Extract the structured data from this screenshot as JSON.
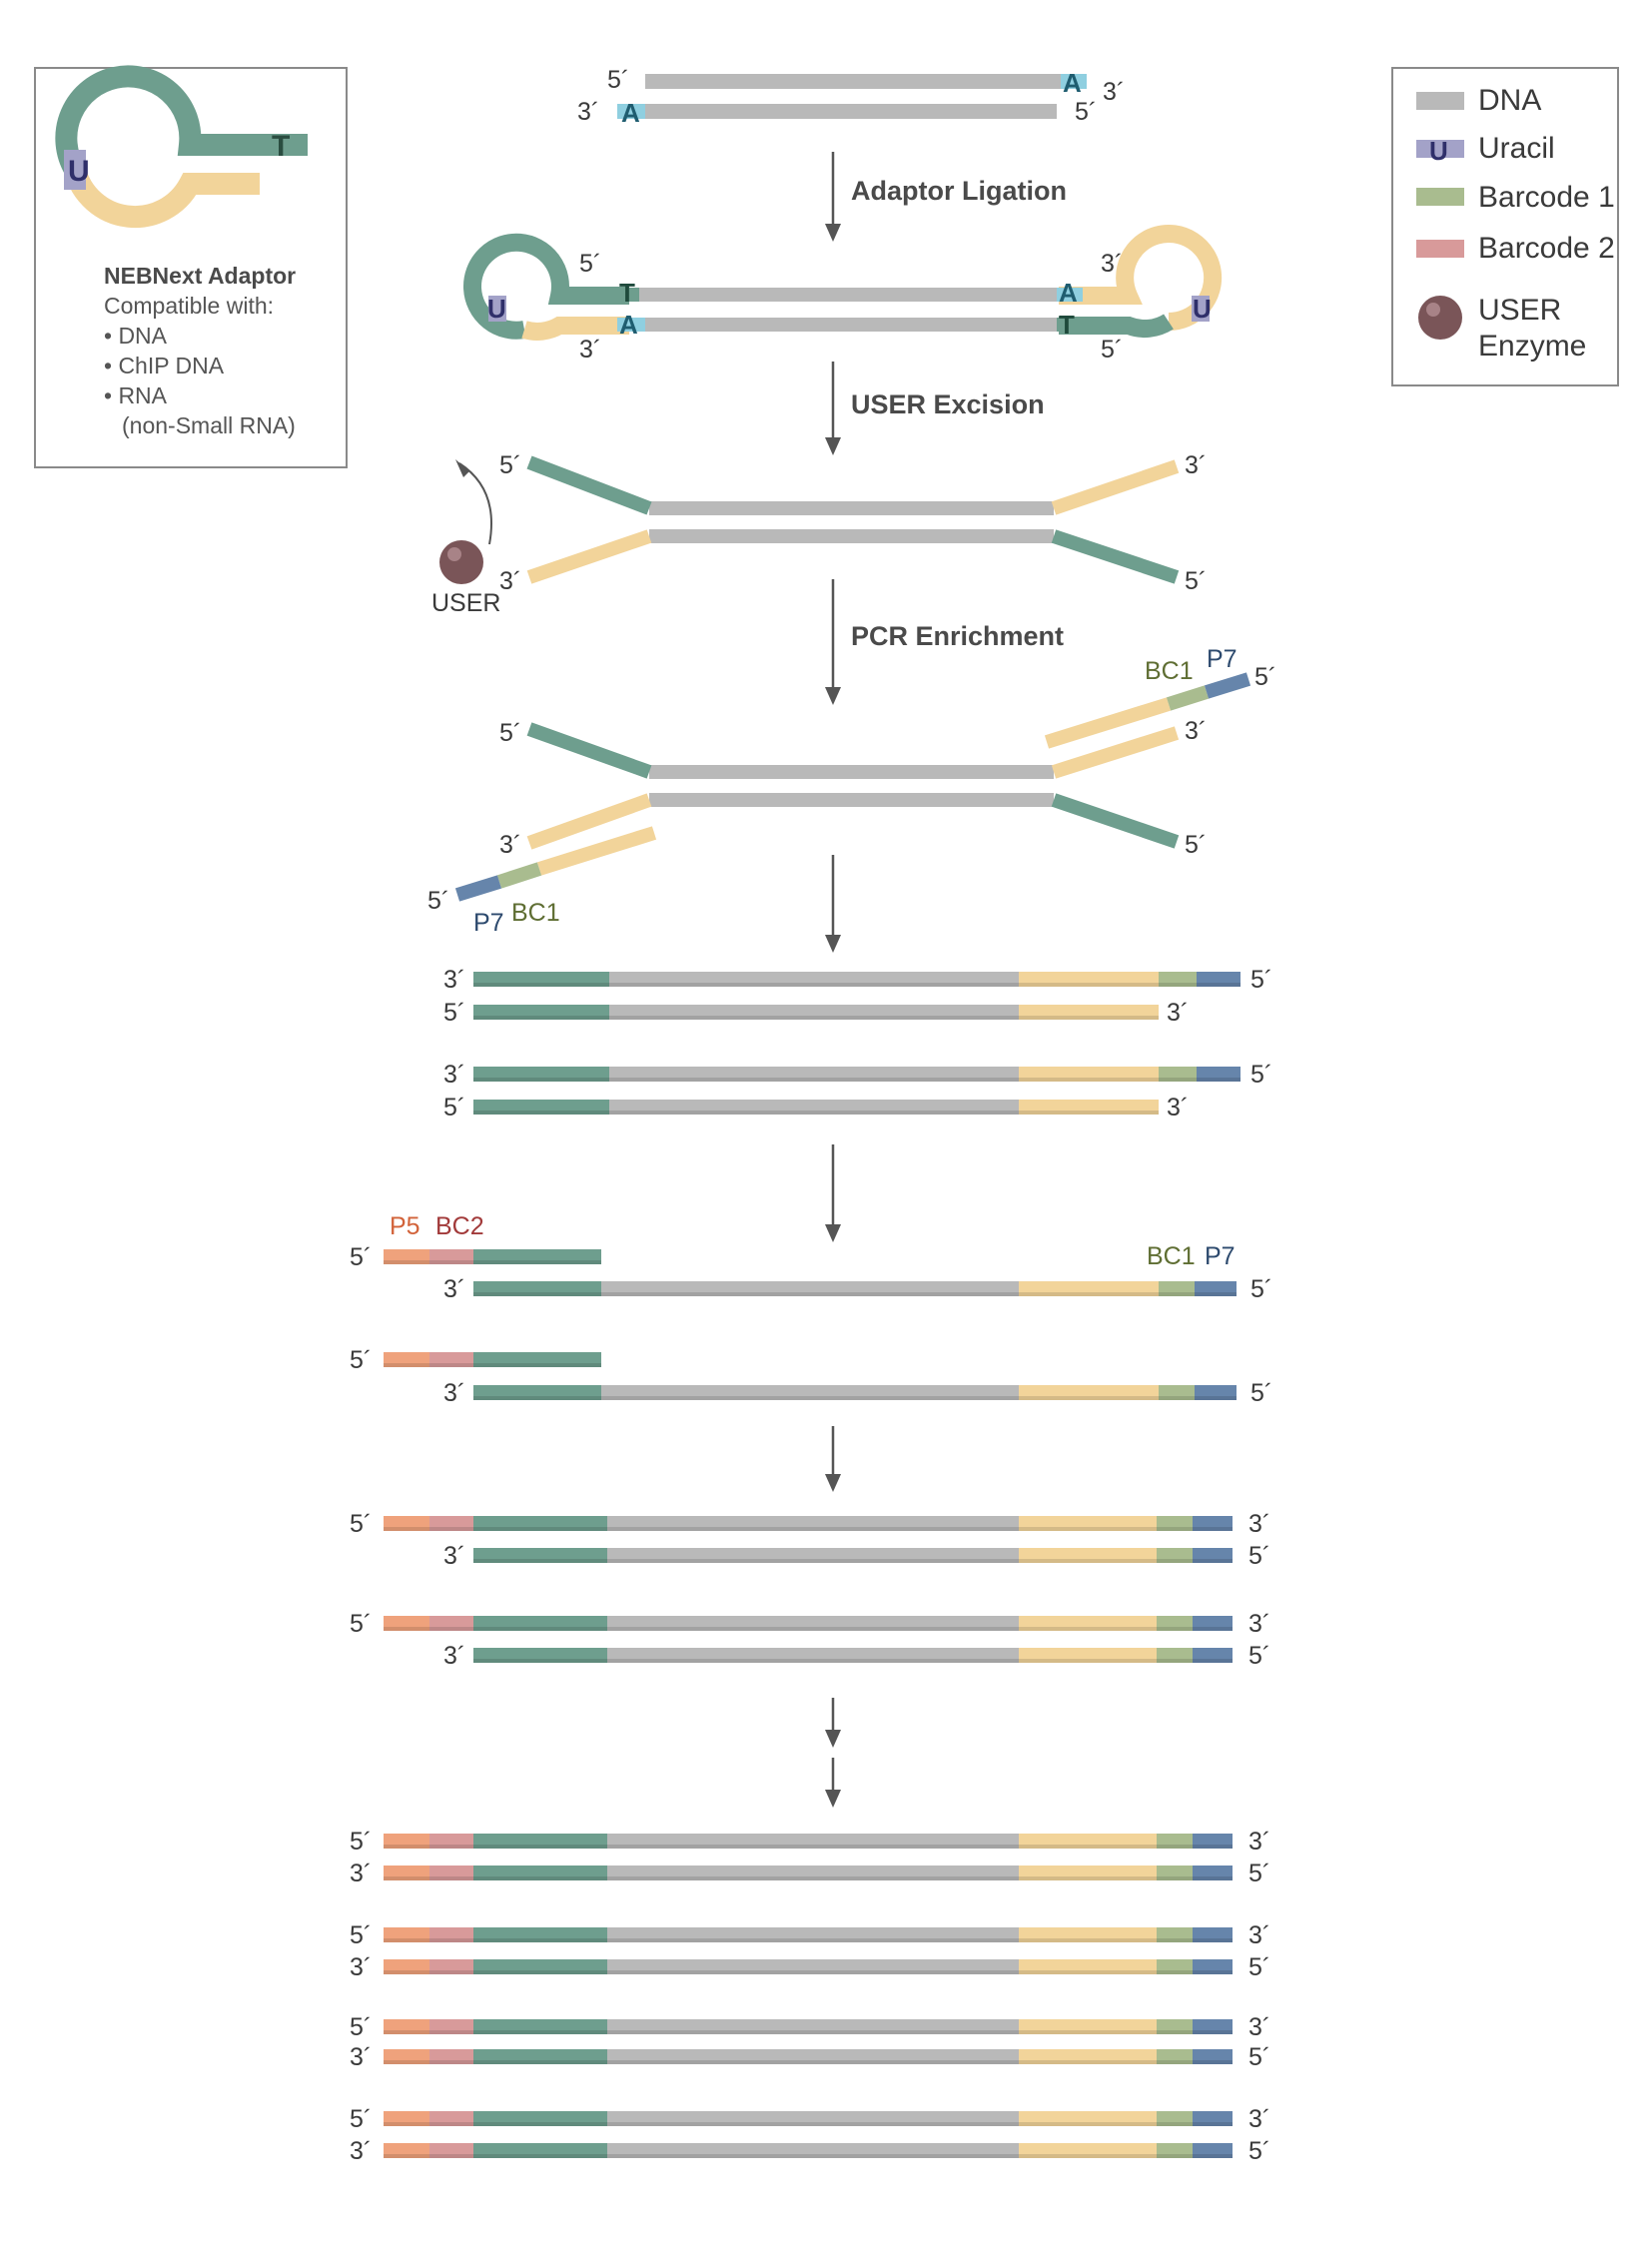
{
  "colors": {
    "dna": "#b9b9b9",
    "dna_dark": "#8e8e8e",
    "adaptor_green": "#6e9e8e",
    "adaptor_green_dark": "#3f7262",
    "adaptor_yellow": "#f2d49a",
    "adaptor_yellow_dark": "#d9b46c",
    "uracil": "#a3a2c8",
    "barcode1": "#a9bc8f",
    "barcode2": "#d89a9a",
    "p5": "#efa27c",
    "p7": "#6685ab",
    "atail": "#8fcfe0",
    "user_enzyme": "#7a5558",
    "arrow": "#555555",
    "label_p5": "#d2633a",
    "label_bc2": "#a23a3a",
    "label_bc1": "#5f6e33",
    "label_p7": "#2d4a6e"
  },
  "adaptor_box": {
    "title": "NEBNext Adaptor",
    "compatible": "Compatible with:",
    "items": [
      "• DNA",
      "• ChIP DNA",
      "• RNA"
    ],
    "note": "(non-Small RNA)",
    "letter_u": "U",
    "letter_t": "T"
  },
  "legend": {
    "dna": "DNA",
    "uracil": "Uracil",
    "uracil_letter": "U",
    "barcode1": "Barcode 1",
    "barcode2": "Barcode 2",
    "user_line1": "USER",
    "user_line2": "Enzyme"
  },
  "steps": {
    "ligation": "Adaptor Ligation",
    "excision": "USER Excision",
    "pcr": "PCR Enrichment"
  },
  "ends": {
    "five": "5´",
    "three": "3´"
  },
  "bases": {
    "a": "A",
    "t": "T",
    "u": "U"
  },
  "labels": {
    "user": "USER",
    "bc1": "BC1",
    "p7": "P7",
    "p5": "P5",
    "bc2": "BC2"
  }
}
